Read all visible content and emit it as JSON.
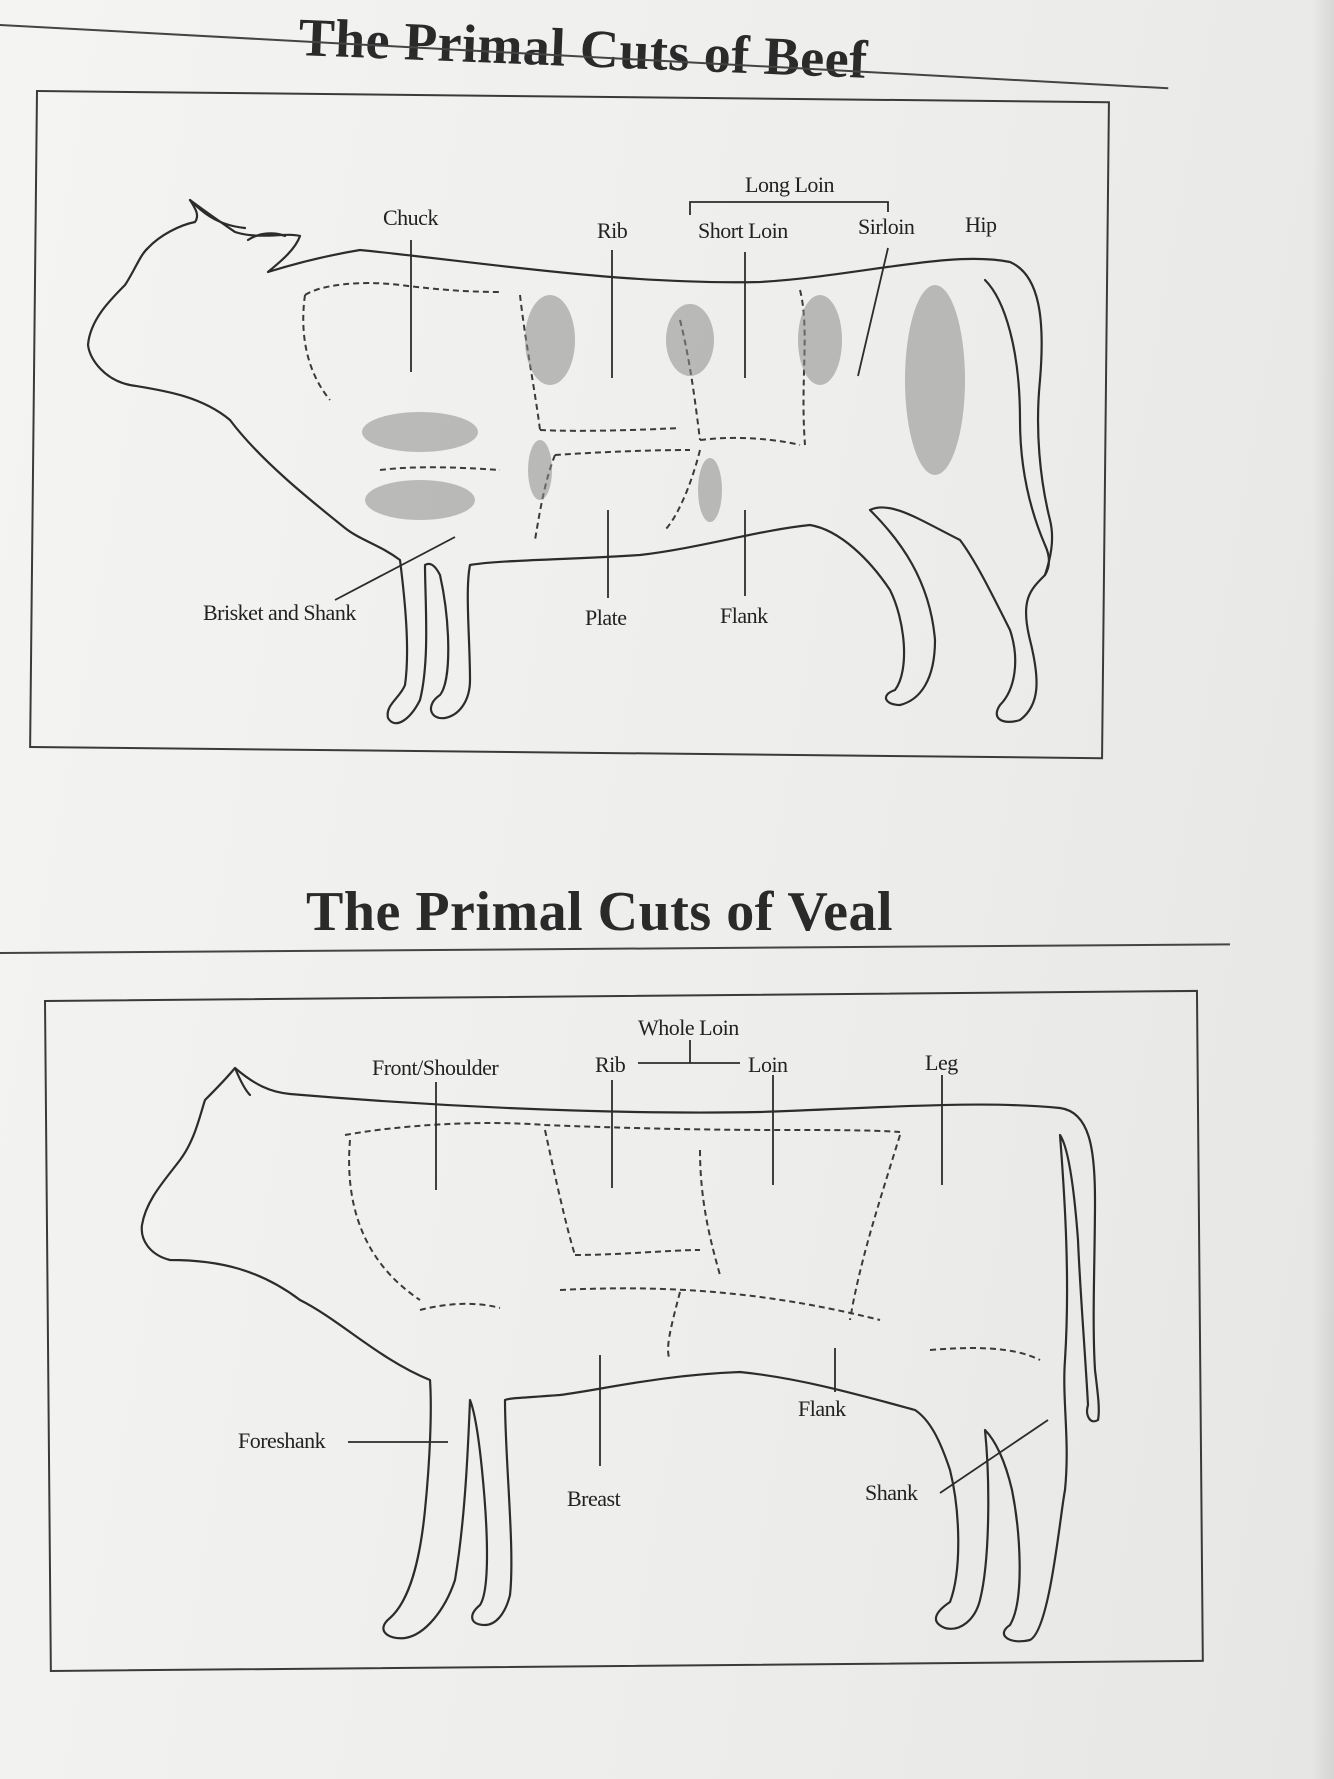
{
  "beef": {
    "title": "The Primal Cuts of Beef",
    "labels": {
      "chuck": "Chuck",
      "rib": "Rib",
      "long_loin": "Long Loin",
      "short_loin": "Short Loin",
      "sirloin": "Sirloin",
      "hip": "Hip",
      "brisket_shank": "Brisket and Shank",
      "plate": "Plate",
      "flank": "Flank"
    }
  },
  "veal": {
    "title": "The Primal Cuts of Veal",
    "labels": {
      "whole_loin": "Whole Loin",
      "front_shoulder": "Front/Shoulder",
      "rib": "Rib",
      "loin": "Loin",
      "leg": "Leg",
      "foreshank": "Foreshank",
      "breast": "Breast",
      "flank": "Flank",
      "shank": "Shank"
    }
  }
}
